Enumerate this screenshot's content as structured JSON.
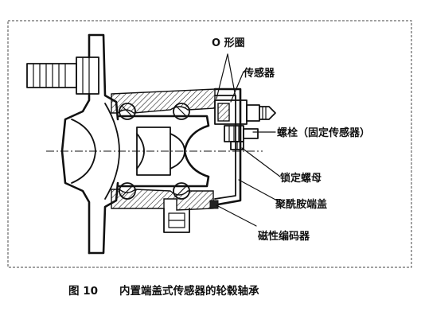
{
  "labels": {
    "o_ring": "O 形圈",
    "sensor": "传感器",
    "bolt": "螺栓（固定传感器）",
    "lock_nut": "锁定螺母",
    "cap": "聚酰胺端盖",
    "encoder": "磁性编码器"
  },
  "caption": {
    "number": "图 10",
    "title": "内置端盖式传感器的轮毂轴承"
  },
  "colors": {
    "ink": "#111111",
    "background": "#ffffff"
  }
}
